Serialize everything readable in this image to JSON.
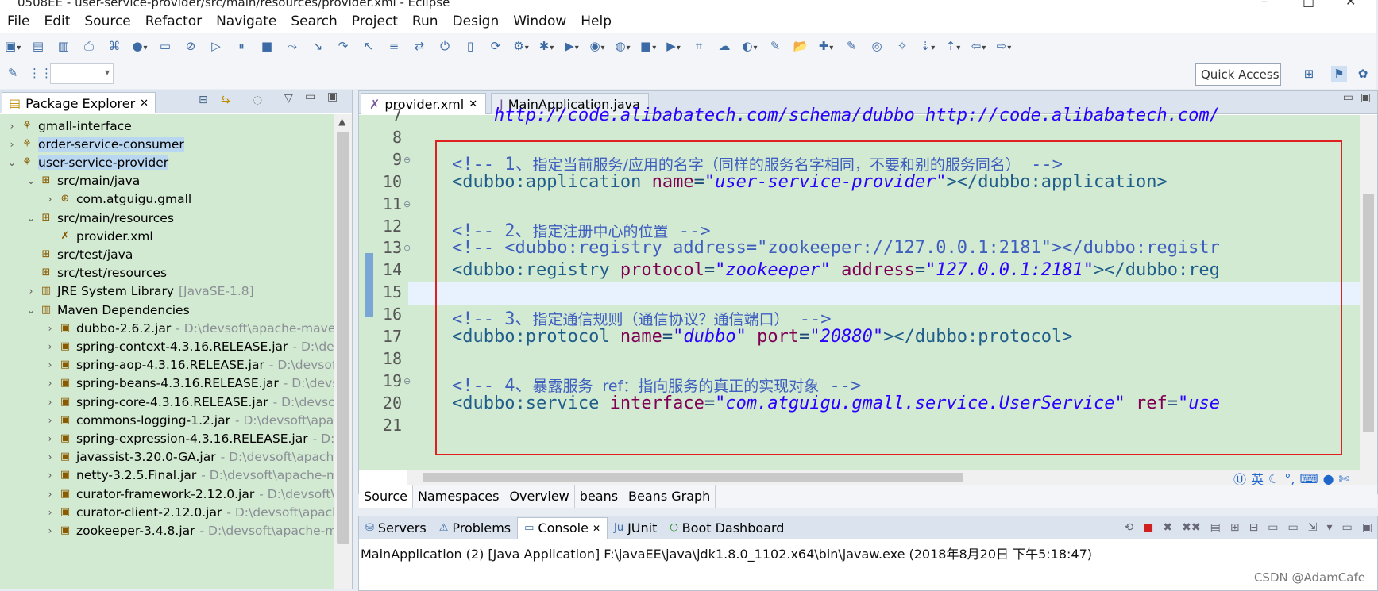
{
  "window": {
    "title": "0508EE - user-service-provider/src/main/resources/provider.xml - Eclipse"
  },
  "menu": [
    "File",
    "Edit",
    "Source",
    "Refactor",
    "Navigate",
    "Search",
    "Project",
    "Run",
    "Design",
    "Window",
    "Help"
  ],
  "toolbar": {
    "quick_access": "Quick Access"
  },
  "package_explorer": {
    "title": "Package Explorer",
    "items": [
      {
        "label": "gmall-interface",
        "indent": 0,
        "expanded": false,
        "icon": "project-icon"
      },
      {
        "label": "order-service-consumer",
        "indent": 0,
        "expanded": false,
        "icon": "project-icon",
        "selected": true
      },
      {
        "label": "user-service-provider",
        "indent": 0,
        "expanded": true,
        "icon": "project-icon",
        "selected": true
      },
      {
        "label": "src/main/java",
        "indent": 1,
        "expanded": true,
        "icon": "source-folder-icon"
      },
      {
        "label": "com.atguigu.gmall",
        "indent": 2,
        "expanded": false,
        "icon": "package-icon"
      },
      {
        "label": "src/main/resources",
        "indent": 1,
        "expanded": true,
        "icon": "source-folder-icon"
      },
      {
        "label": "provider.xml",
        "indent": 2,
        "expanded": null,
        "icon": "xml-file-icon"
      },
      {
        "label": "src/test/java",
        "indent": 1,
        "expanded": null,
        "icon": "source-folder-icon"
      },
      {
        "label": "src/test/resources",
        "indent": 1,
        "expanded": null,
        "icon": "source-folder-icon"
      },
      {
        "label": "JRE System Library",
        "suffix": "[JavaSE-1.8]",
        "indent": 1,
        "expanded": false,
        "icon": "library-icon"
      },
      {
        "label": "Maven Dependencies",
        "indent": 1,
        "expanded": true,
        "icon": "library-icon"
      },
      {
        "label": "dubbo-2.6.2.jar",
        "suffix": "- D:\\devsoft\\apache-mave",
        "indent": 2,
        "expanded": false,
        "icon": "jar-icon"
      },
      {
        "label": "spring-context-4.3.16.RELEASE.jar",
        "suffix": "- D:\\dev",
        "indent": 2,
        "expanded": false,
        "icon": "jar-icon"
      },
      {
        "label": "spring-aop-4.3.16.RELEASE.jar",
        "suffix": "- D:\\devsof",
        "indent": 2,
        "expanded": false,
        "icon": "jar-icon"
      },
      {
        "label": "spring-beans-4.3.16.RELEASE.jar",
        "suffix": "- D:\\devs",
        "indent": 2,
        "expanded": false,
        "icon": "jar-icon"
      },
      {
        "label": "spring-core-4.3.16.RELEASE.jar",
        "suffix": "- D:\\devsof",
        "indent": 2,
        "expanded": false,
        "icon": "jar-icon"
      },
      {
        "label": "commons-logging-1.2.jar",
        "suffix": "- D:\\devsoft\\apa",
        "indent": 2,
        "expanded": false,
        "icon": "jar-icon"
      },
      {
        "label": "spring-expression-4.3.16.RELEASE.jar",
        "suffix": "- D:\\",
        "indent": 2,
        "expanded": false,
        "icon": "jar-icon"
      },
      {
        "label": "javassist-3.20.0-GA.jar",
        "suffix": "- D:\\devsoft\\apache",
        "indent": 2,
        "expanded": false,
        "icon": "jar-icon"
      },
      {
        "label": "netty-3.2.5.Final.jar",
        "suffix": "- D:\\devsoft\\apache-m",
        "indent": 2,
        "expanded": false,
        "icon": "jar-icon"
      },
      {
        "label": "curator-framework-2.12.0.jar",
        "suffix": "- D:\\devsoft\\",
        "indent": 2,
        "expanded": false,
        "icon": "jar-icon"
      },
      {
        "label": "curator-client-2.12.0.jar",
        "suffix": "- D:\\devsoft\\apach",
        "indent": 2,
        "expanded": false,
        "icon": "jar-icon"
      },
      {
        "label": "zookeeper-3.4.8.jar",
        "suffix": "- D:\\devsoft\\apache-m",
        "indent": 2,
        "expanded": false,
        "icon": "jar-icon"
      }
    ]
  },
  "editor": {
    "tabs": [
      {
        "label": "provider.xml",
        "active": true
      },
      {
        "label": "MainApplication.java",
        "active": false
      }
    ],
    "lines": [
      {
        "n": "7",
        "html": "<span class='c-str'>        http://code.alibabatech.com/schema/dubbo http://code.alibabatech.com/</span>"
      },
      {
        "n": "8",
        "html": ""
      },
      {
        "n": "9",
        "fold": true,
        "html": "<span class='c-comment'>    &lt;!-- 1、</span><span class='c-cm'>指定当前服务/应用的名字（同样的服务名字相同，不要和别的服务同名）</span><span class='c-comment'> --&gt;</span>"
      },
      {
        "n": "10",
        "html": "    <span class='c-tag'>&lt;dubbo:application</span> <span class='c-attr'>name</span>=<span class='c-str'>\"user-service-provider\"</span><span class='c-tag'>&gt;&lt;/dubbo:application&gt;</span>"
      },
      {
        "n": "11",
        "fold": true,
        "html": ""
      },
      {
        "n": "12",
        "html": "<span class='c-comment'>    &lt;!-- 2、</span><span class='c-cm'>指定注册中心的位置</span><span class='c-comment'> --&gt;</span>"
      },
      {
        "n": "13",
        "fold": true,
        "html": "<span class='c-comment'>    &lt;!-- &lt;dubbo:registry address=\"zookeeper://127.0.0.1:2181\"&gt;&lt;/dubbo:registr</span>"
      },
      {
        "n": "14",
        "html": "    <span class='c-tag'>&lt;dubbo:registry</span> <span class='c-attr'>protocol</span>=<span class='c-str'>\"zookeeper\"</span> <span class='c-attr'>address</span>=<span class='c-str'>\"127.0.0.1:2181\"</span><span class='c-tag'>&gt;&lt;/dubbo:reg</span>"
      },
      {
        "n": "15",
        "html": "",
        "current": true
      },
      {
        "n": "16",
        "html": "<span class='c-comment'>    &lt;!-- 3、</span><span class='c-cm'>指定通信规则（通信协议？通信端口）</span><span class='c-comment'> --&gt;</span>"
      },
      {
        "n": "17",
        "html": "    <span class='c-tag'>&lt;dubbo:protocol</span> <span class='c-attr'>name</span>=<span class='c-str'>\"dubbo\"</span> <span class='c-attr'>port</span>=<span class='c-str'>\"20880\"</span><span class='c-tag'>&gt;&lt;/dubbo:protocol&gt;</span>"
      },
      {
        "n": "18",
        "html": ""
      },
      {
        "n": "19",
        "fold": true,
        "html": "<span class='c-comment'>    &lt;!-- 4、</span><span class='c-cm'>暴露服务  ref：指向服务的真正的实现对象</span><span class='c-comment'> --&gt;</span>"
      },
      {
        "n": "20",
        "html": "    <span class='c-tag'>&lt;dubbo:service</span> <span class='c-attr'>interface</span>=<span class='c-str'>\"com.atguigu.gmall.service.UserService\"</span> <span class='c-attr'>ref</span>=<span class='c-str'>\"use</span>"
      },
      {
        "n": "21",
        "html": ""
      }
    ],
    "bottom_tabs": [
      "Source",
      "Namespaces",
      "Overview",
      "beans",
      "Beans Graph"
    ],
    "ime": "英"
  },
  "console": {
    "tabs": [
      {
        "label": "Servers",
        "active": false
      },
      {
        "label": "Problems",
        "active": false
      },
      {
        "label": "Console",
        "active": true
      },
      {
        "label": "JUnit",
        "active": false
      },
      {
        "label": "Boot Dashboard",
        "active": false
      }
    ],
    "status": "MainApplication (2) [Java Application] F:\\javaEE\\java\\jdk1.8.0_1102.x64\\bin\\javaw.exe (2018年8月20日 下午5:18:47)"
  },
  "watermark": "CSDN @AdamCafe"
}
